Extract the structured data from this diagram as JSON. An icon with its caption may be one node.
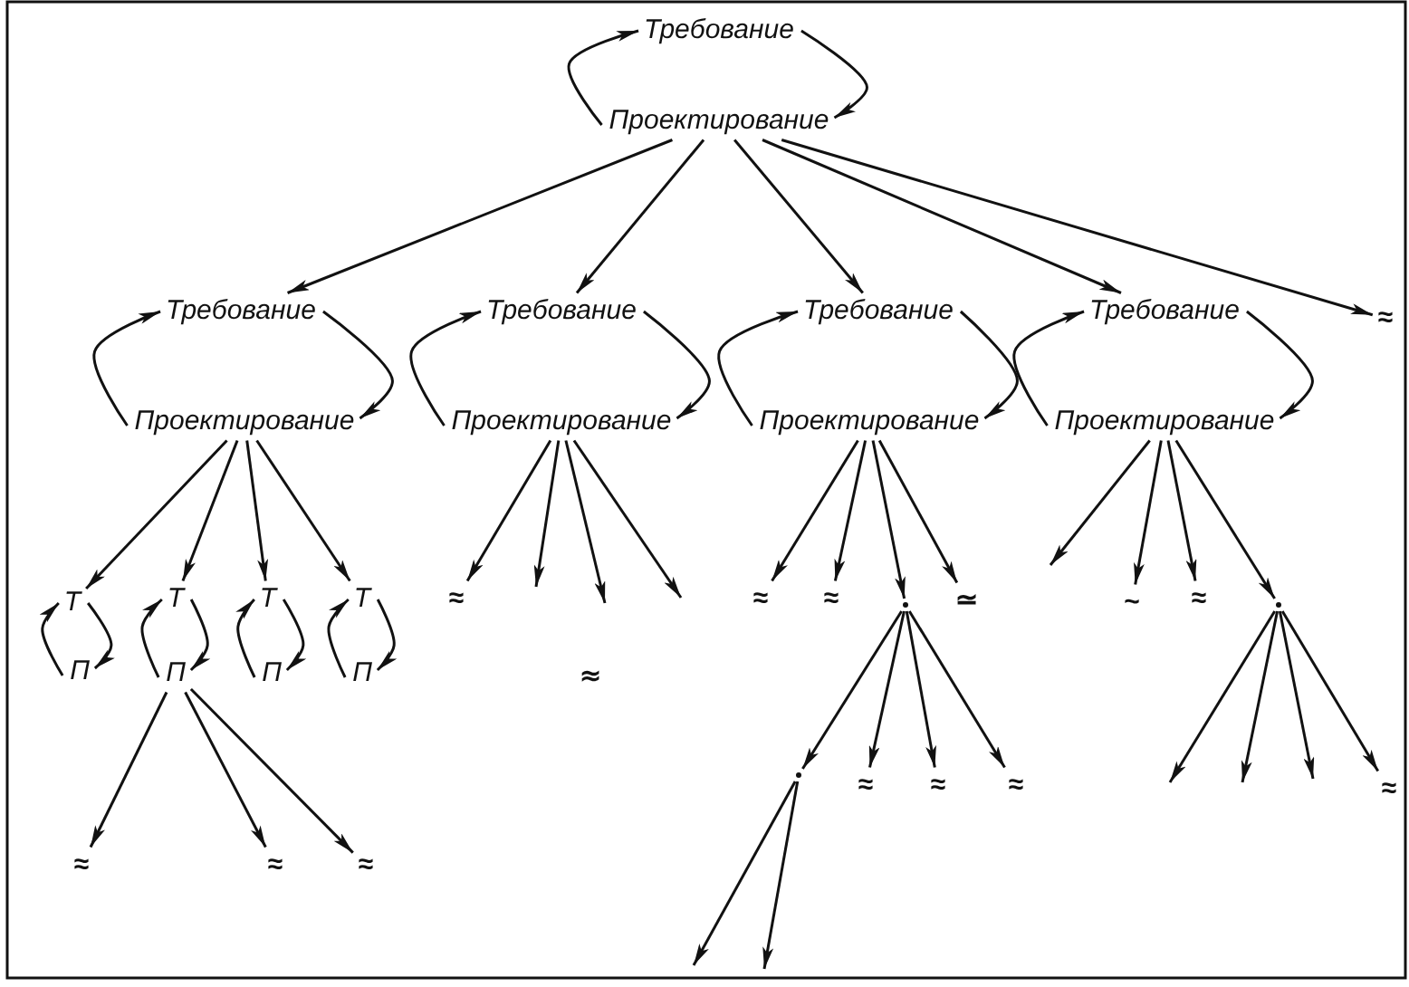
{
  "diagram": {
    "nodes": [
      {
        "text": [
          "Требование"
        ]
      },
      {
        "text": [
          "Проектирование"
        ]
      },
      {
        "text": [
          "Требование"
        ]
      },
      {
        "text": [
          "Проектирование"
        ]
      },
      {
        "text": [
          "Требование"
        ]
      },
      {
        "text": [
          "Проектирование"
        ]
      },
      {
        "text": [
          "Требование"
        ]
      },
      {
        "text": [
          "Проектирование"
        ]
      },
      {
        "text": [
          "Требование"
        ]
      },
      {
        "text": [
          "Проектирование"
        ]
      },
      {
        "text": [
          "≈"
        ]
      },
      {
        "text": [
          "Т"
        ]
      },
      {
        "text": [
          "П"
        ]
      },
      {
        "text": [
          "Т"
        ]
      },
      {
        "text": [
          "П"
        ]
      },
      {
        "text": [
          "Т"
        ]
      },
      {
        "text": [
          "П"
        ]
      },
      {
        "text": [
          "Т"
        ]
      },
      {
        "text": [
          "П"
        ]
      },
      {
        "text": [
          "≈"
        ]
      },
      {
        "text": [
          "≈"
        ]
      },
      {
        "text": [
          "≈"
        ]
      },
      {
        "text": [
          "≈"
        ]
      },
      {
        "text": [
          "≈"
        ]
      },
      {
        "text": [
          "≈"
        ]
      },
      {
        "text": [],
        "shape": "point"
      },
      {
        "text": [
          "≃"
        ]
      },
      {
        "text": [],
        "shape": "point"
      },
      {
        "text": [
          "≈"
        ]
      },
      {
        "text": [
          "≈"
        ]
      },
      {
        "text": [
          "≈"
        ]
      },
      {
        "text": [
          "~"
        ]
      },
      {
        "text": [
          "≈"
        ]
      },
      {
        "text": [],
        "shape": "point"
      },
      {
        "text": [
          "≈"
        ]
      }
    ],
    "edges": [
      {
        "from": 0,
        "to": 1,
        "arrow": "to"
      },
      {
        "from": 1,
        "to": 0,
        "arrow": "to"
      },
      {
        "from": 2,
        "to": 3,
        "arrow": "to"
      },
      {
        "from": 3,
        "to": 2,
        "arrow": "to"
      },
      {
        "from": 4,
        "to": 5,
        "arrow": "to"
      },
      {
        "from": 5,
        "to": 4,
        "arrow": "to"
      },
      {
        "from": 6,
        "to": 7,
        "arrow": "to"
      },
      {
        "from": 7,
        "to": 6,
        "arrow": "to"
      },
      {
        "from": 8,
        "to": 9,
        "arrow": "to"
      },
      {
        "from": 9,
        "to": 8,
        "arrow": "to"
      },
      {
        "from": 11,
        "to": 12,
        "arrow": "to"
      },
      {
        "from": 12,
        "to": 11,
        "arrow": "to"
      },
      {
        "from": 13,
        "to": 14,
        "arrow": "to"
      },
      {
        "from": 14,
        "to": 13,
        "arrow": "to"
      },
      {
        "from": 15,
        "to": 16,
        "arrow": "to"
      },
      {
        "from": 16,
        "to": 15,
        "arrow": "to"
      },
      {
        "from": 17,
        "to": 18,
        "arrow": "to"
      },
      {
        "from": 18,
        "to": 17,
        "arrow": "to"
      },
      {
        "from": 1,
        "to": 2,
        "arrow": "to"
      },
      {
        "from": 1,
        "to": 4,
        "arrow": "to"
      },
      {
        "from": 1,
        "to": 6,
        "arrow": "to"
      },
      {
        "from": 1,
        "to": 8,
        "arrow": "to"
      },
      {
        "from": 1,
        "to": 10,
        "arrow": "to"
      },
      {
        "from": 3,
        "to": 11,
        "arrow": "to"
      },
      {
        "from": 3,
        "to": 13,
        "arrow": "to"
      },
      {
        "from": 3,
        "to": 15,
        "arrow": "to"
      },
      {
        "from": 3,
        "to": 17,
        "arrow": "to"
      },
      {
        "from": 14,
        "to": 19,
        "arrow": "to"
      },
      {
        "from": 14,
        "to": 20,
        "arrow": "to"
      },
      {
        "from": 14,
        "to": 21,
        "arrow": "to"
      },
      {
        "from": 5,
        "to": 22,
        "arrow": "to"
      },
      {
        "from": 5,
        "to": null,
        "arrow": "to"
      },
      {
        "from": 5,
        "to": null,
        "arrow": "to"
      },
      {
        "from": 5,
        "to": null,
        "arrow": "to"
      },
      {
        "from": 7,
        "to": 23,
        "arrow": "to"
      },
      {
        "from": 7,
        "to": 24,
        "arrow": "to"
      },
      {
        "from": 7,
        "to": 25,
        "arrow": "to"
      },
      {
        "from": 7,
        "to": 26,
        "arrow": "to"
      },
      {
        "from": 25,
        "to": 27,
        "arrow": "to"
      },
      {
        "from": 25,
        "to": 28,
        "arrow": "to"
      },
      {
        "from": 25,
        "to": 29,
        "arrow": "to"
      },
      {
        "from": 25,
        "to": 30,
        "arrow": "to"
      },
      {
        "from": 27,
        "to": null,
        "arrow": "to"
      },
      {
        "from": 27,
        "to": null,
        "arrow": "to"
      },
      {
        "from": 9,
        "to": null,
        "arrow": "to"
      },
      {
        "from": 9,
        "to": 31,
        "arrow": "to"
      },
      {
        "from": 9,
        "to": 32,
        "arrow": "to"
      },
      {
        "from": 9,
        "to": 33,
        "arrow": "to"
      },
      {
        "from": 33,
        "to": null,
        "arrow": "to"
      },
      {
        "from": 33,
        "to": null,
        "arrow": "to"
      },
      {
        "from": 33,
        "to": null,
        "arrow": "to"
      },
      {
        "from": 33,
        "to": 34,
        "arrow": "to"
      }
    ],
    "labels": [
      "≈"
    ]
  }
}
